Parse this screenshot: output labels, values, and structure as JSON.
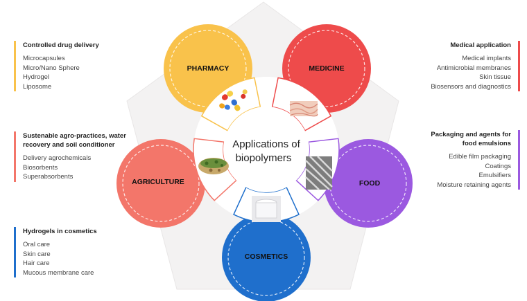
{
  "center": {
    "line1": "Applications of",
    "line2": "biopolymers"
  },
  "segments": [
    {
      "key": "pharmacy",
      "label": "PHARMACY",
      "color": "#F9C24B"
    },
    {
      "key": "medicine",
      "label": "MEDICINE",
      "color": "#EE4B4B"
    },
    {
      "key": "food",
      "label": "FOOD",
      "color": "#9B59E0"
    },
    {
      "key": "cosmetics",
      "label": "COSMETICS",
      "color": "#1F6FCC"
    },
    {
      "key": "agriculture",
      "label": "AGRICULTURE",
      "color": "#F3766A"
    }
  ],
  "panels": {
    "pharmacy": {
      "heading": "Controlled drug delivery",
      "items": [
        "Microcapsules",
        "Micro/Nano Sphere",
        "Hydrogel",
        "Liposome"
      ],
      "color": "#F9C24B"
    },
    "agriculture": {
      "heading_line1": "Sustenable agro-practices, water",
      "heading_line2": "recovery and soil conditioner",
      "items": [
        "Delivery agrochemicals",
        "Biosorbents",
        "Superabsorbents"
      ],
      "color": "#F3766A"
    },
    "cosmetics": {
      "heading": "Hydrogels in cosmetics",
      "items": [
        "Oral care",
        "Skin care",
        "Hair care",
        "Mucous membrane care"
      ],
      "color": "#1F6FCC"
    },
    "medicine": {
      "heading": "Medical application",
      "items": [
        "Medical implants",
        "Antimicrobial membranes",
        "Skin tissue",
        "Biosensors and diagnostics"
      ],
      "color": "#EE4B4B"
    },
    "food": {
      "heading_line1": "Packaging and agents for",
      "heading_line2": "food emulsions",
      "items": [
        "Edible film packaging",
        "Coatings",
        "Emulsifiers",
        "Moisture retaining agents"
      ],
      "color": "#9B59E0"
    }
  }
}
